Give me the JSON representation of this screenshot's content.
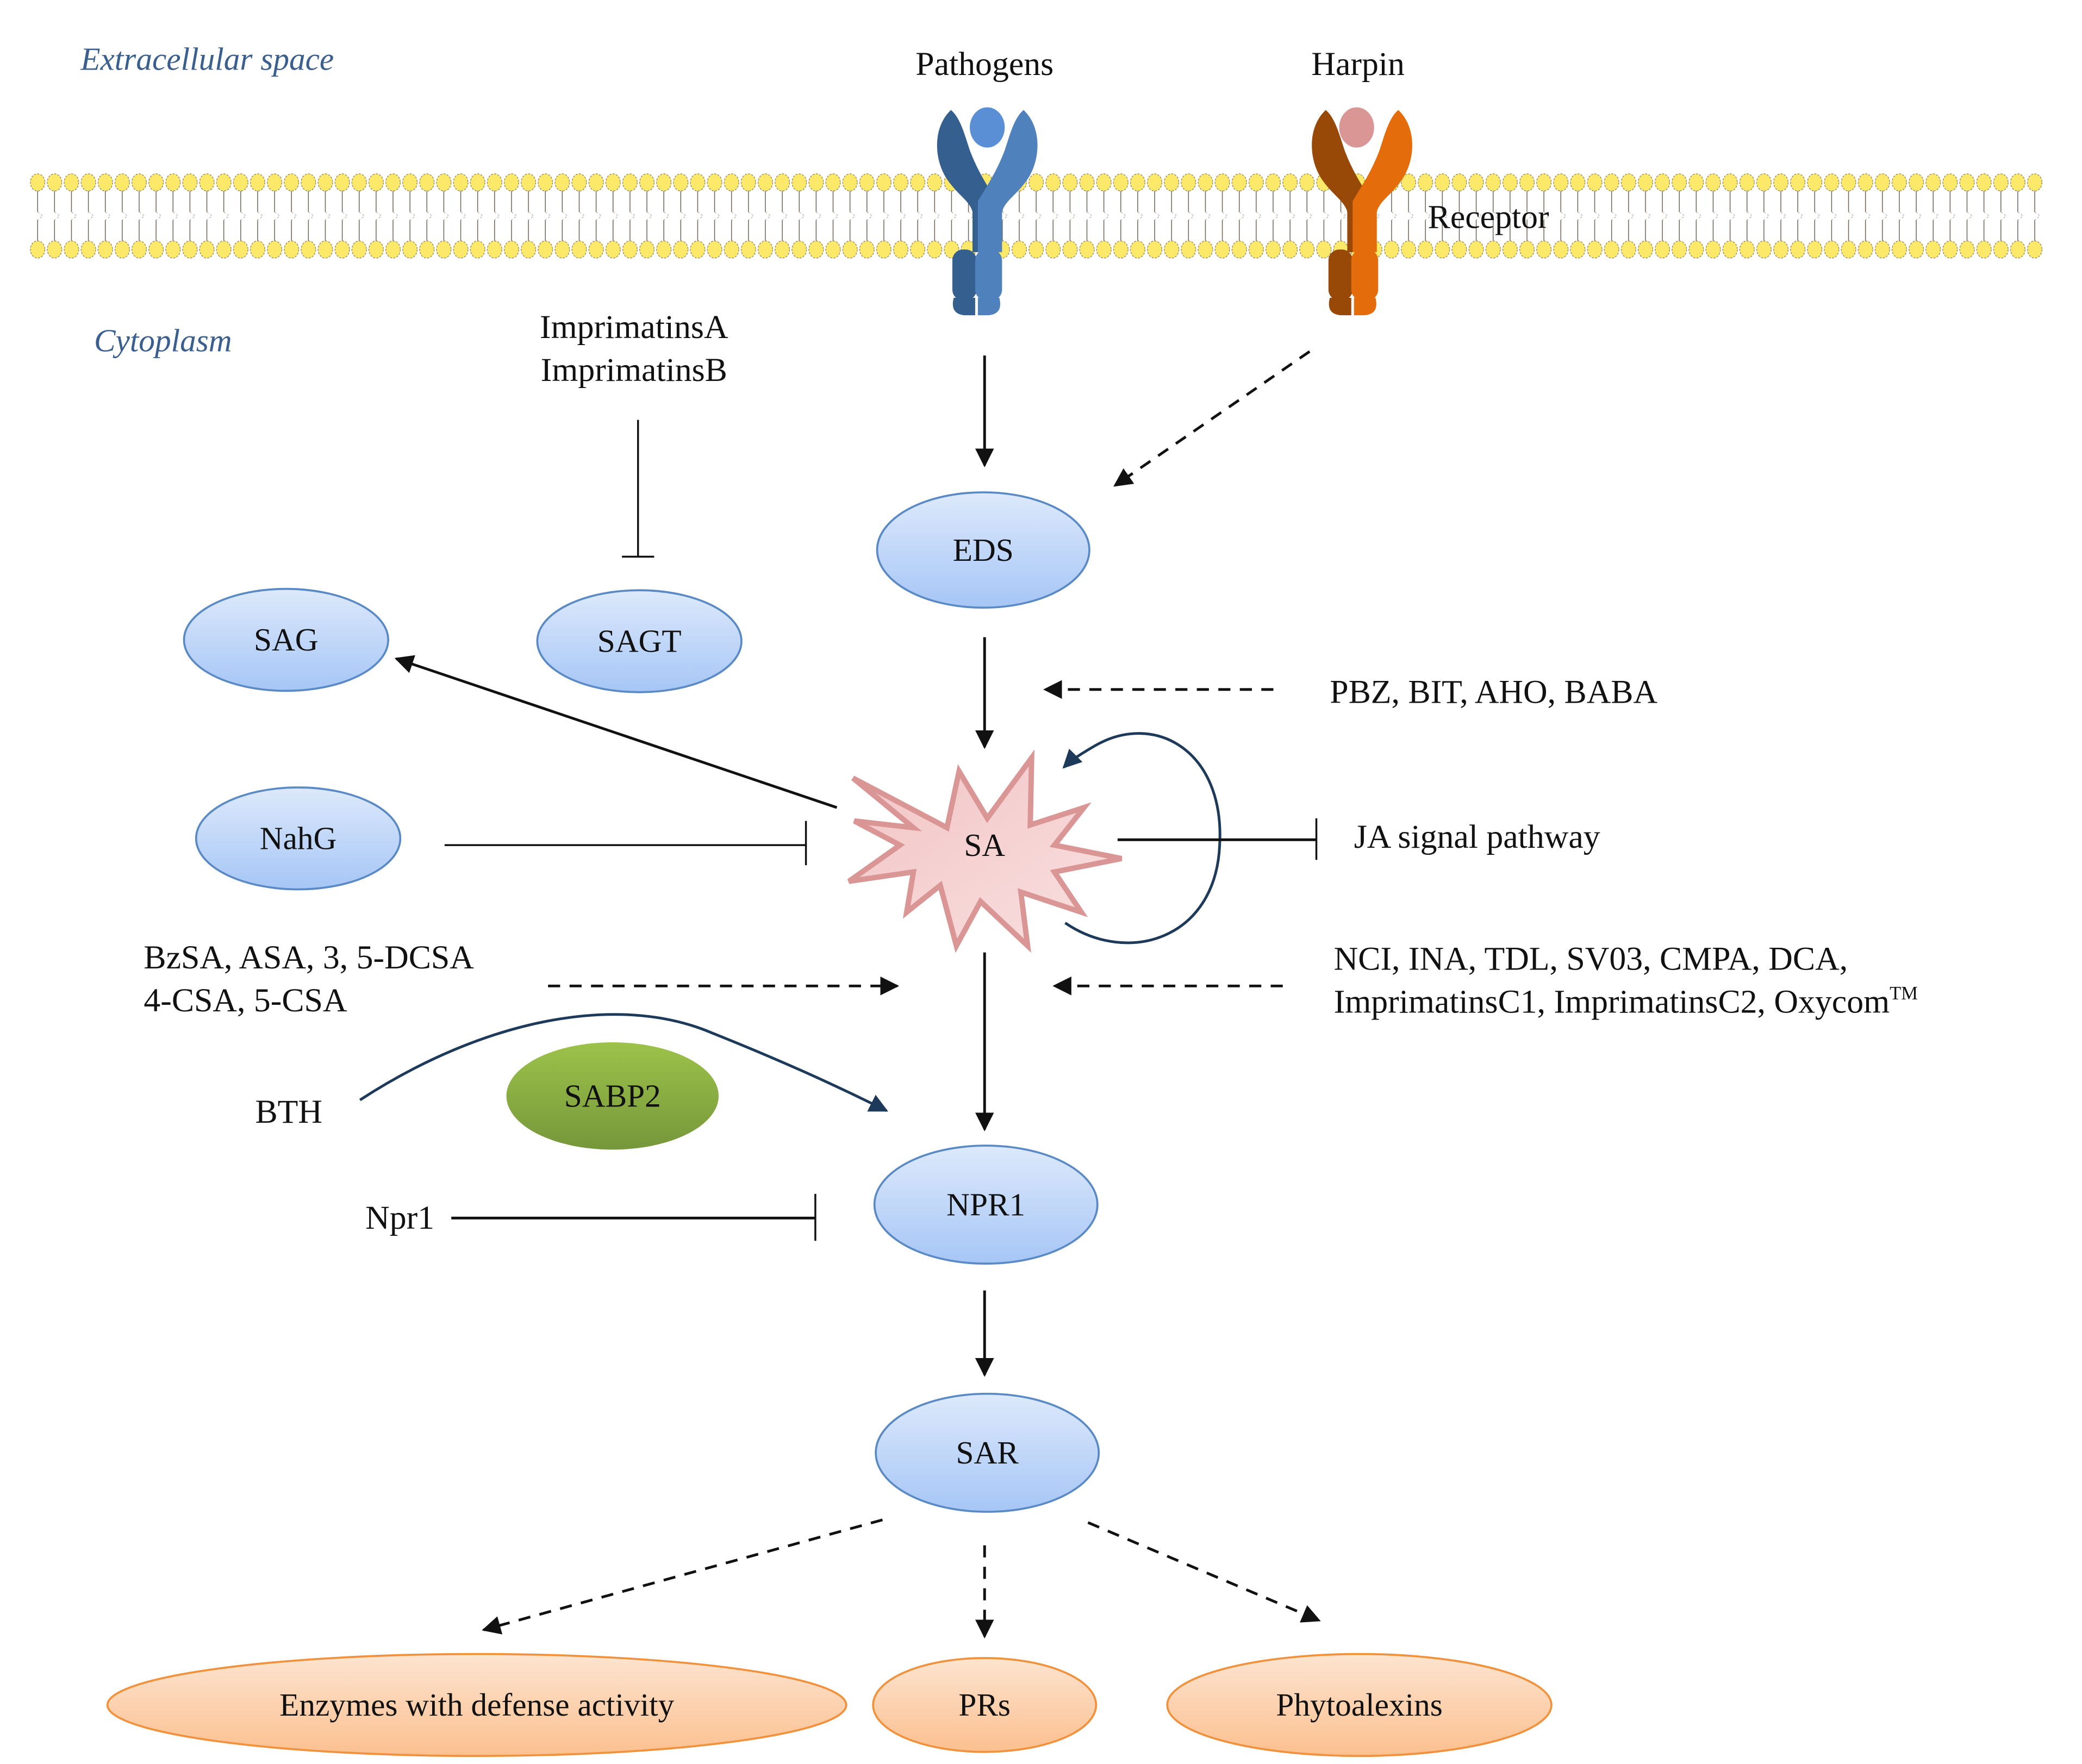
{
  "regions": {
    "extracellular": "Extracellular space",
    "cytoplasm": "Cytoplasm"
  },
  "membrane": {
    "receptor_label": "Receptor",
    "head_color": "#fce96a"
  },
  "receptors": [
    {
      "id": "pathogens",
      "label": "Pathogens",
      "color_dark": "#355f8e",
      "color_light": "#4f81bd",
      "ligand_color": "#5a8fd6"
    },
    {
      "id": "harpin",
      "label": "Harpin",
      "color_dark": "#984807",
      "color_light": "#e46c0a",
      "ligand_color": "#d99694"
    }
  ],
  "nodes": {
    "eds": "EDS",
    "sag": "SAG",
    "sagt": "SAGT",
    "nahg": "NahG",
    "sa": "SA",
    "sabp2": "SABP2",
    "npr1": "NPR1",
    "sar": "SAR",
    "enzymes": "Enzymes with defense activity",
    "prs": "PRs",
    "phytoalexins": "Phytoalexins"
  },
  "labels": {
    "imprimatins_a": "ImprimatinsA",
    "imprimatins_b": "ImprimatinsB",
    "pbz_group": "PBZ, BIT, AHO, BABA",
    "ja_pathway": "JA signal pathway",
    "sa_analogs_line1": "BzSA, ASA, 3, 5-DCSA",
    "sa_analogs_line2": "4-CSA, 5-CSA",
    "bth": "BTH",
    "npr1_mutant": "Npr1",
    "inducers_line1": "NCI, INA, TDL, SV03, CMPA, DCA,",
    "inducers_line2": "ImprimatinsC1, ImprimatinsC2, Oxycom",
    "trademark": "TM"
  },
  "colors": {
    "blue_node_top": "#dde9fb",
    "blue_node_bottom": "#a6c6f6",
    "blue_node_stroke": "#5a8ac6",
    "orange_node_top": "#fde4d0",
    "orange_node_bottom": "#fbc08f",
    "orange_node_stroke": "#f2913c",
    "green_node_top": "#9dc24a",
    "green_node_bottom": "#76973a",
    "sa_fill": "#f4cccc",
    "sa_stroke": "#d99694",
    "curve_color": "#1e3a5a"
  }
}
